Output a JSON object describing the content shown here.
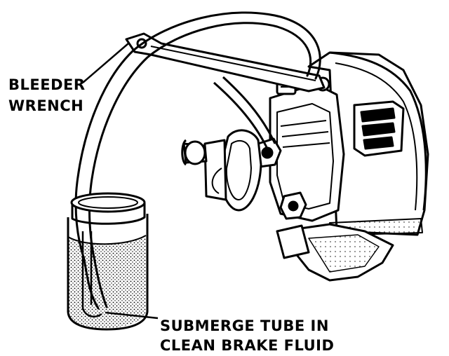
{
  "labels": {
    "bleeder_wrench_line1": "BLEEDER",
    "bleeder_wrench_line2": "WRENCH",
    "submerge_line1": "SUBMERGE TUBE IN",
    "submerge_line2": "CLEAN BRAKE FLUID"
  },
  "colors": {
    "ink": "#000000",
    "paper": "#ffffff",
    "fluid_dots": "#555555"
  }
}
